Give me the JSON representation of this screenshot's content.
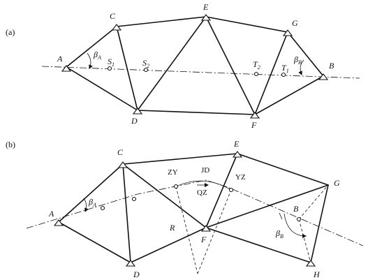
{
  "panels": [
    {
      "label": "(a)",
      "stations": {
        "A": "A",
        "B": "B",
        "C": "C",
        "D": "D",
        "E": "E",
        "F": "F",
        "G": "G"
      },
      "points": [
        {
          "letter": "S",
          "sub": "1"
        },
        {
          "letter": "S",
          "sub": "2"
        },
        {
          "letter": "T",
          "sub": "2"
        },
        {
          "letter": "T",
          "sub": "1"
        }
      ],
      "angles": [
        {
          "letter": "β",
          "sub": "A"
        },
        {
          "letter": "β",
          "sub": "B"
        }
      ]
    },
    {
      "label": "(b)",
      "stations": {
        "A": "A",
        "B": "B",
        "C": "C",
        "D": "D",
        "E": "E",
        "F": "F",
        "G": "G",
        "H": "H"
      },
      "curve_points": {
        "zy": "ZY",
        "jd": "JD",
        "qz": "QZ",
        "yz": "YZ",
        "r": "R"
      },
      "angles": [
        {
          "letter": "β",
          "sub": "A"
        },
        {
          "letter": "β",
          "sub": "B"
        }
      ]
    }
  ]
}
